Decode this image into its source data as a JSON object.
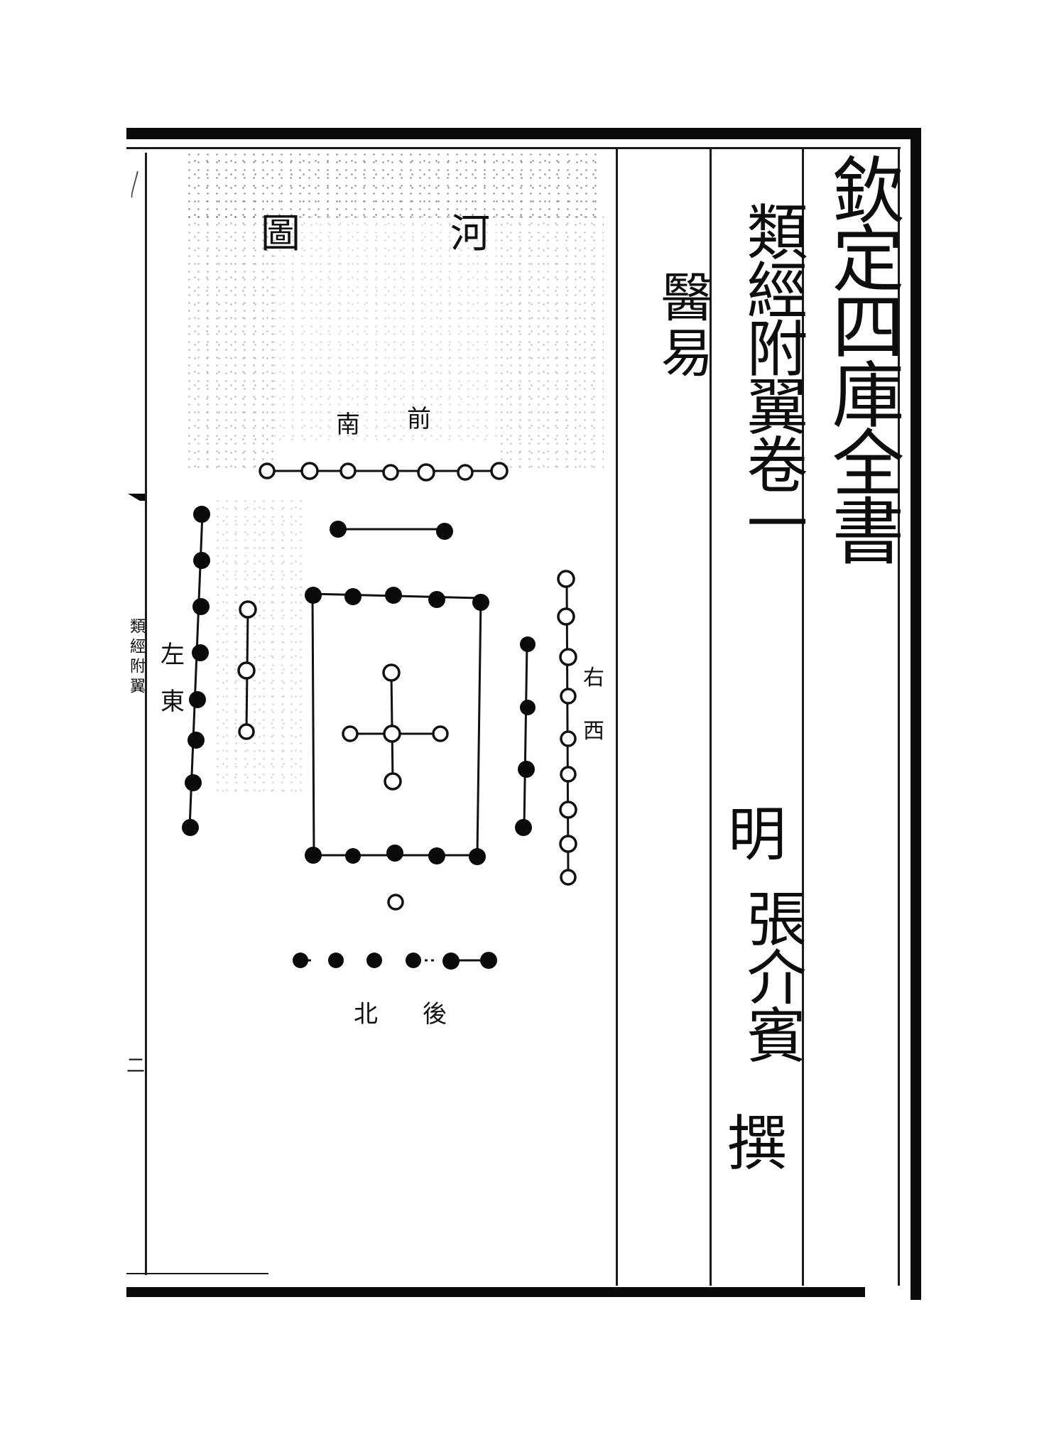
{
  "document": {
    "collection_title": "欽定四庫全書",
    "book_title": "類經附翼卷一",
    "dynasty": "明",
    "author": "張介賓",
    "author_role": "撰",
    "section_title": "醫易",
    "margin": {
      "top_text": "欽定四庫全書",
      "side_text": "類經附翼",
      "page_number": "二"
    }
  },
  "diagram": {
    "title_part1": "河",
    "title_part2": "圖",
    "direction_labels": {
      "south": "南",
      "front": "前",
      "left": "左",
      "east": "東",
      "right": "右",
      "west": "西",
      "north": "北",
      "back": "後"
    },
    "groups": [
      {
        "name": "top-open-row",
        "type": "open",
        "count": 7,
        "position": "south"
      },
      {
        "name": "upper-solid-pair",
        "type": "solid",
        "count": 2,
        "position": "south-inner"
      },
      {
        "name": "square-top-solid",
        "type": "solid",
        "count": 5,
        "position": "center-top"
      },
      {
        "name": "square-bottom-solid",
        "type": "solid",
        "count": 5,
        "position": "center-bottom"
      },
      {
        "name": "center-cross-open",
        "type": "open",
        "count": 5,
        "position": "center"
      },
      {
        "name": "left-solid-column",
        "type": "solid",
        "count": 8,
        "position": "east-outer"
      },
      {
        "name": "left-open-column",
        "type": "open",
        "count": 3,
        "position": "east-inner"
      },
      {
        "name": "right-solid-column",
        "type": "solid",
        "count": 4,
        "position": "west-inner"
      },
      {
        "name": "right-open-column",
        "type": "open",
        "count": 9,
        "position": "west-outer"
      },
      {
        "name": "lower-single-open",
        "type": "open",
        "count": 1,
        "position": "north-inner"
      },
      {
        "name": "bottom-solid-row",
        "type": "solid",
        "count": 6,
        "position": "north-outer"
      }
    ]
  },
  "colors": {
    "ink": "#0d0d0d",
    "paper": "#ffffff"
  }
}
